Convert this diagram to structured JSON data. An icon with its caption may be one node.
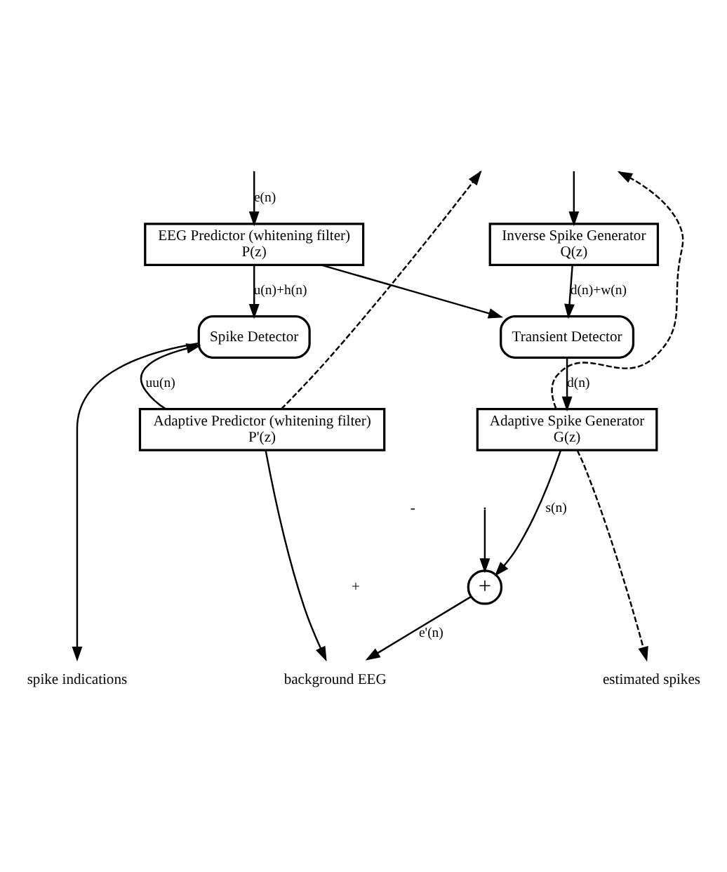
{
  "diagram": {
    "nodes": [
      {
        "text": [
          "EEG Predictor (whitening filter)",
          "P(z)"
        ]
      },
      {
        "text": [
          "Inverse Spike Generator",
          "Q(z)"
        ]
      },
      {
        "text": [
          "Spike Detector"
        ]
      },
      {
        "text": [
          "Transient Detector"
        ]
      },
      {
        "text": [
          "Adaptive Predictor (whitening filter)",
          "P'(z)"
        ]
      },
      {
        "text": [
          "Adaptive Spike Generator",
          "G(z)"
        ]
      },
      {
        "text": [
          "+"
        ]
      },
      {
        "text": [
          "spike indications"
        ]
      },
      {
        "text": [
          "background EEG"
        ]
      },
      {
        "text": [
          "estimated spikes"
        ]
      }
    ],
    "edges": [
      {
        "from": null,
        "to": 0,
        "arrow": "to",
        "label": "e(n)"
      },
      {
        "from": null,
        "to": 1,
        "arrow": "to"
      },
      {
        "from": 0,
        "to": 2,
        "arrow": "to",
        "label": "u(n)+h(n)"
      },
      {
        "from": 0,
        "to": 3,
        "arrow": "to"
      },
      {
        "from": 1,
        "to": 3,
        "arrow": "to",
        "label": "d(n)+w(n)"
      },
      {
        "from": 2,
        "to": 7,
        "arrow": "to"
      },
      {
        "from": 4,
        "to": 2,
        "arrow": "to",
        "label": "uu(n)"
      },
      {
        "from": 3,
        "to": 5,
        "arrow": "to",
        "label": "d(n)"
      },
      {
        "from": 4,
        "to": null,
        "arrow": "to",
        "style": "dashed"
      },
      {
        "from": 5,
        "to": null,
        "arrow": "to",
        "style": "dashed"
      },
      {
        "from": 5,
        "to": 6,
        "arrow": "to",
        "label": "s(n)"
      },
      {
        "from": null,
        "to": 6,
        "arrow": "to"
      },
      {
        "from": 5,
        "to": 9,
        "arrow": "to",
        "style": "dashed"
      },
      {
        "from": 4,
        "to": 8,
        "arrow": "to"
      },
      {
        "from": 6,
        "to": 8,
        "arrow": "to",
        "label": "e'(n)"
      }
    ],
    "labels": [
      "-",
      "+"
    ]
  }
}
